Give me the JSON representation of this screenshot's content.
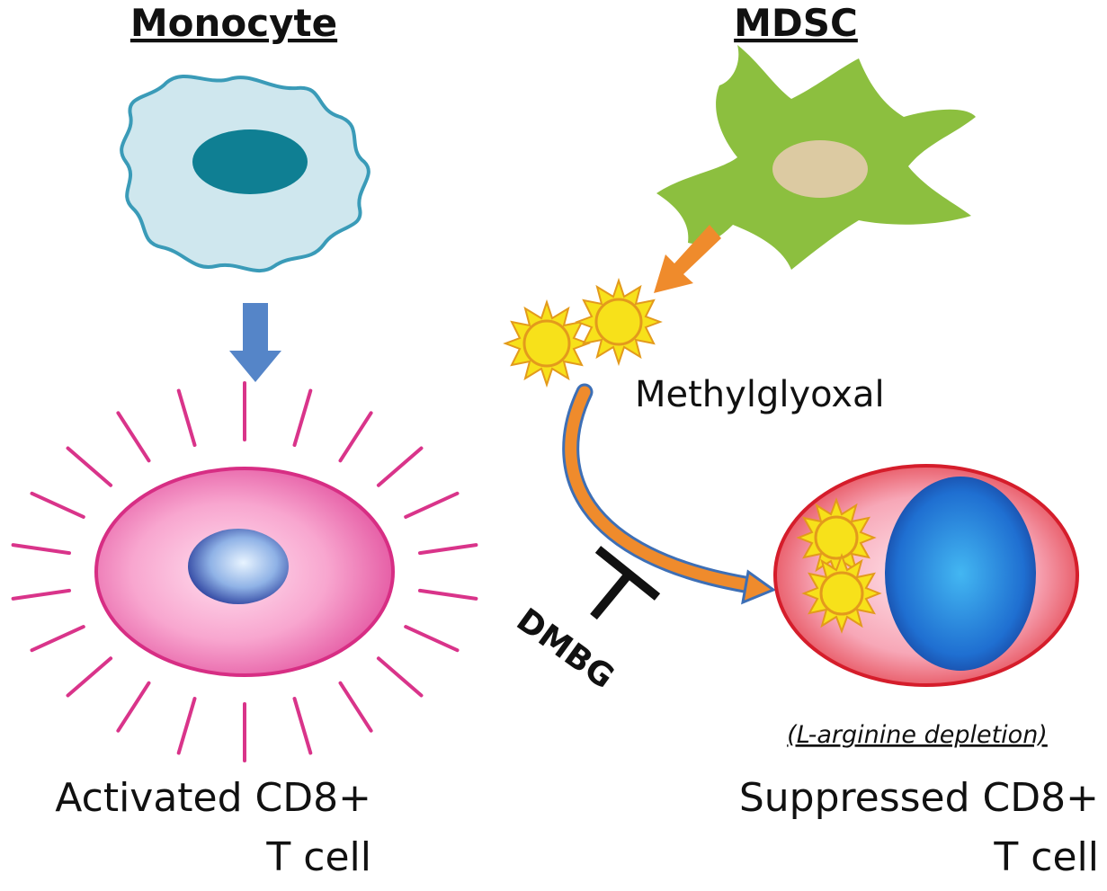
{
  "labels": {
    "monocyte": "Monocyte",
    "mdsc": "MDSC",
    "methylglyoxal": "Methylglyoxal",
    "drug": "DMBG",
    "note": "(L-arginine depletion)",
    "activated_line1": "Activated CD8+",
    "activated_line2": "T cell",
    "suppressed_line1": "Suppressed CD8+",
    "suppressed_line2": "T cell"
  },
  "colors": {
    "monocyte_body": "#cfe7ee",
    "monocyte_outline": "#3a9bb8",
    "monocyte_nucleus": "#0f7f93",
    "mdsc_body": "#8cbf3f",
    "mdsc_nucleus": "#dccaa2",
    "arrow_blue": "#5585c8",
    "arrow_orange": "#ef8b2c",
    "tcell_pink": "#e24f9d",
    "tcell_red": "#e0303a",
    "nucleus_blue": "#1f6fd1",
    "star_yellow": "#f7e11a",
    "star_outline": "#e39a1c",
    "inhibitor_black": "#111111"
  }
}
